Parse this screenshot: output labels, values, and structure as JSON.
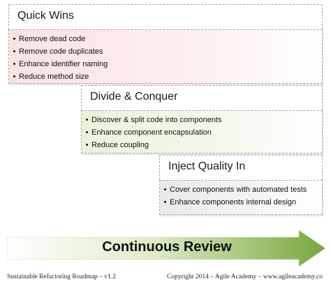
{
  "phases": [
    {
      "title": "Quick Wins",
      "items": [
        "Remove dead code",
        "Remove code duplicates",
        "Enhance identifier naming",
        "Reduce method size"
      ],
      "color": "#fbe2e2"
    },
    {
      "title": "Divide & Conquer",
      "items": [
        "Discover & split code into components",
        "Enhance component encapsulation",
        "Reduce coupling"
      ],
      "color": "#e8f3da"
    },
    {
      "title": "Inject Quality In",
      "items": [
        "Cover components with automated tests",
        "Enhance components internal design"
      ],
      "color": "#e9e9e9"
    }
  ],
  "arrow": {
    "label": "Continuous Review",
    "color_start": "#ffffff",
    "color_end": "#7aa63d"
  },
  "footer": {
    "left": "Sustainable Refactoring Roadmap – v1.2",
    "right": "Copyright 2014 – Agile Academy – www.agileacademy.co"
  }
}
